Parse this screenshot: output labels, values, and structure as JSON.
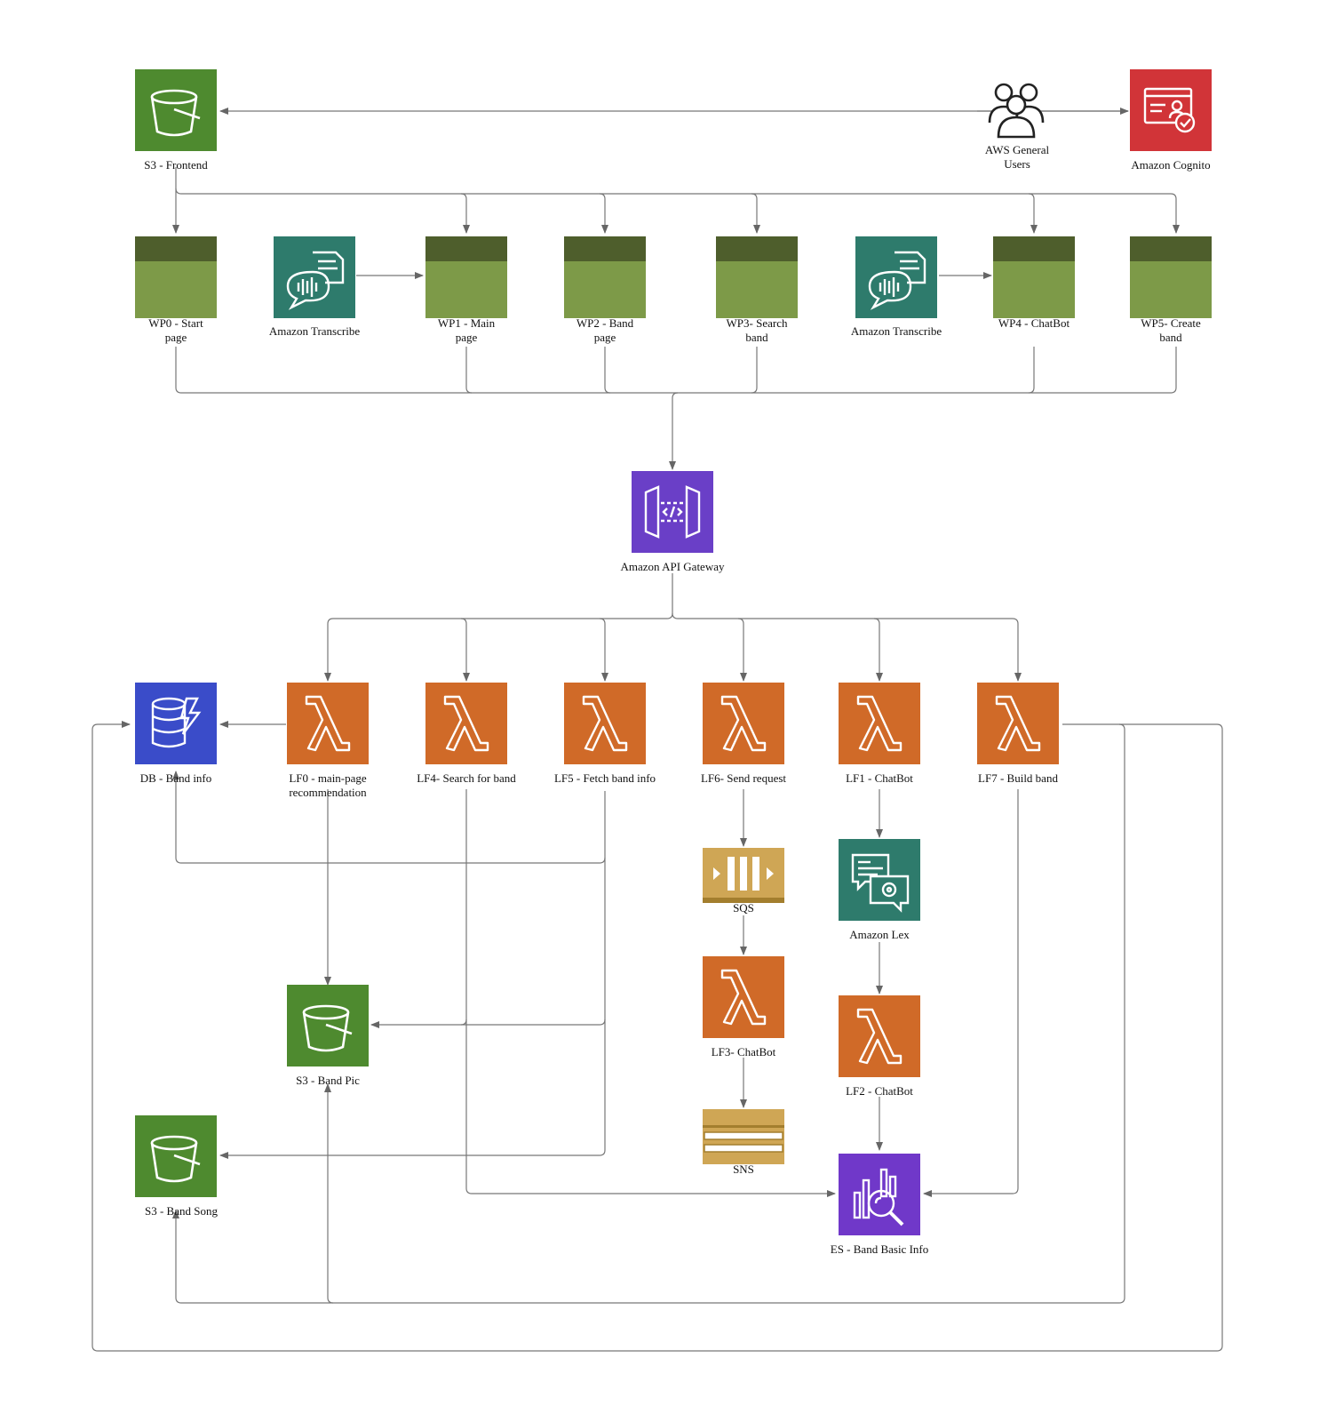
{
  "colors": {
    "s3": "#4E8A2F",
    "lambda": "#D06A28",
    "api": "#6A3FC7",
    "dynamo": "#3A4CC9",
    "cognito": "#D13438",
    "ml": "#2E7B6C",
    "es": "#7038C9",
    "sqs": "#CFA655",
    "webpage_top": "#4E5E2C",
    "webpage_body": "#7D9A48",
    "line": "#666666"
  },
  "nodes": {
    "s3_frontend": {
      "label": "S3 - Frontend",
      "icon": "bucket-icon"
    },
    "general_users": {
      "label": "AWS General\nUsers",
      "icon": "users-icon"
    },
    "cognito": {
      "label": "Amazon Cognito",
      "icon": "cognito-icon"
    },
    "wp0": {
      "label": "WP0 - Start\npage",
      "icon": "webpage-icon"
    },
    "transcribe1": {
      "label": "Amazon Transcribe",
      "icon": "transcribe-icon"
    },
    "wp1": {
      "label": "WP1 - Main\npage",
      "icon": "webpage-icon"
    },
    "wp2": {
      "label": "WP2 - Band\npage",
      "icon": "webpage-icon"
    },
    "wp3": {
      "label": "WP3- Search\nband",
      "icon": "webpage-icon"
    },
    "transcribe2": {
      "label": "Amazon Transcribe",
      "icon": "transcribe-icon"
    },
    "wp4": {
      "label": "WP4 - ChatBot",
      "icon": "webpage-icon"
    },
    "wp5": {
      "label": "WP5- Create\nband",
      "icon": "webpage-icon"
    },
    "api_gateway": {
      "label": "Amazon API Gateway",
      "icon": "api-gateway-icon"
    },
    "db_band": {
      "label": "DB - Band info",
      "icon": "dynamodb-icon"
    },
    "lf0": {
      "label": "LF0 - main-page\nrecommendation",
      "icon": "lambda-icon"
    },
    "lf4": {
      "label": "LF4- Search for band",
      "icon": "lambda-icon"
    },
    "lf5": {
      "label": "LF5 - Fetch band info",
      "icon": "lambda-icon"
    },
    "lf6": {
      "label": "LF6- Send  request",
      "icon": "lambda-icon"
    },
    "lf1": {
      "label": "LF1 - ChatBot",
      "icon": "lambda-icon"
    },
    "lf7": {
      "label": "LF7 - Build band",
      "icon": "lambda-icon"
    },
    "sqs": {
      "label": "SQS",
      "icon": "sqs-icon"
    },
    "lex": {
      "label": "Amazon Lex",
      "icon": "lex-icon"
    },
    "lf3": {
      "label": "LF3- ChatBot",
      "icon": "lambda-icon"
    },
    "lf2": {
      "label": "LF2 - ChatBot",
      "icon": "lambda-icon"
    },
    "sns": {
      "label": "SNS",
      "icon": "sns-icon"
    },
    "s3_band_pic": {
      "label": "S3 - Band Pic",
      "icon": "bucket-icon"
    },
    "s3_band_song": {
      "label": "S3 - Band Song",
      "icon": "bucket-icon"
    },
    "es_band": {
      "label": "ES - Band Basic Info",
      "icon": "elasticsearch-icon"
    }
  }
}
